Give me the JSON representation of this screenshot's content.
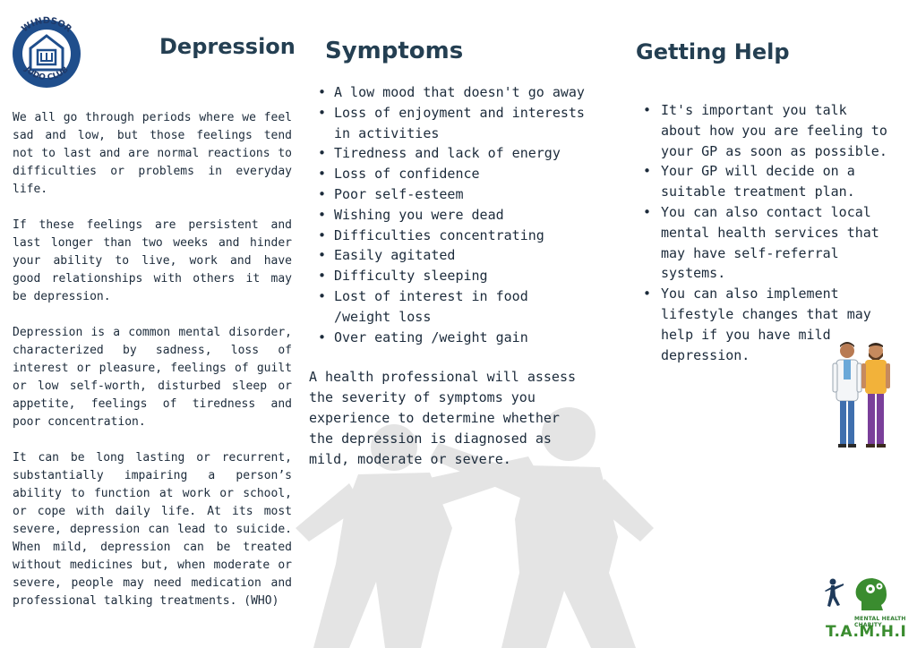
{
  "logo": {
    "top_text": "WINDSOR",
    "bottom_text": "JUDO CLUB",
    "colors": {
      "ring": "#1f4e8c",
      "inner": "#ffffff"
    }
  },
  "depression": {
    "title": "Depression",
    "paragraphs": [
      "We all go through periods where we feel sad and low, but those feelings tend not to last and are normal reactions to difficulties or problems in everyday life.",
      "If these feelings are persistent and last longer than two weeks and hinder your ability to live, work and have good relationships with others it may be depression.",
      "Depression is a common mental disorder, characterized by sadness, loss of interest or pleasure, feelings of guilt or low self-worth, disturbed sleep or appetite, feelings of tiredness and poor concentration.",
      "It can be long lasting or recurrent, substantially impairing a person’s ability to function at work or school, or cope with daily life. At its most severe, depression can lead to suicide. When mild, depression can be treated without medicines but, when moderate or severe, people may need medication and professional talking treatments. (WHO)"
    ]
  },
  "symptoms": {
    "title": "Symptoms",
    "items": [
      "A low mood that doesn't go away",
      "Loss of enjoyment and interests in activities",
      "Tiredness and lack of energy",
      "Loss of confidence",
      "Poor self-esteem",
      "Wishing you were dead",
      "Difficulties concentrating",
      "Easily agitated",
      "Difficulty sleeping",
      "Lost of interest in food /weight loss",
      "Over eating /weight gain"
    ],
    "note": "A health professional will assess the severity of symptoms you experience to determine whether the depression is diagnosed as mild, moderate or severe."
  },
  "help": {
    "title": "Getting Help",
    "items": [
      " It's important you talk about how you are feeling  to your GP as soon as possible.",
      "Your GP will decide on a suitable treatment plan.",
      "You can also contact local mental health services that may have self-referral systems.",
      "You can also implement lifestyle changes that may help if you have mild depression."
    ]
  },
  "charity_logo": {
    "tagline": "MENTAL HEALTH CHARITY",
    "name": "T.A.M.H.I",
    "colors": {
      "green": "#3a8c2f",
      "navy": "#1f3a5a"
    }
  },
  "colors": {
    "heading": "#243f52",
    "body_text": "#1c2b3b",
    "watermark": "#e3e3e3"
  }
}
